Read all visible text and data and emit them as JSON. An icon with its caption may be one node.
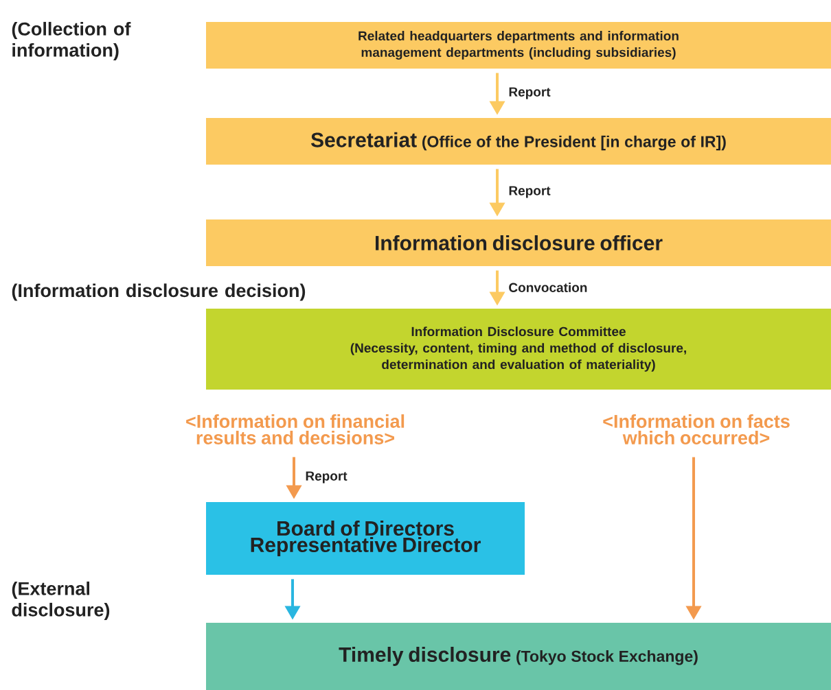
{
  "diagram": {
    "nodes": [
      {
        "text": [
          "Related headquarters departments and information management departments (including subsidiaries)"
        ]
      },
      {
        "text": [
          "Secretariat",
          "(Office of the President [in charge of IR])"
        ]
      },
      {
        "text": [
          "Information disclosure officer"
        ]
      },
      {
        "text": [
          "Information Disclosure Committee",
          "(Necessity, content, timing and method of disclosure, determination and evaluation of materiality)"
        ]
      },
      {
        "text": [
          "<Information on financial results and decisions>"
        ]
      },
      {
        "text": [
          "<Information on facts which occurred>"
        ]
      },
      {
        "text": [
          "Board of Directors Representative Director"
        ]
      },
      {
        "text": [
          "Timely disclosure",
          "(Tokyo Stock Exchange)"
        ]
      }
    ],
    "edges": [
      {
        "from": 0,
        "to": 1,
        "arrow": "to",
        "label": "Report"
      },
      {
        "from": 1,
        "to": 2,
        "arrow": "to",
        "label": "Report"
      },
      {
        "from": 2,
        "to": 3,
        "arrow": "to",
        "label": "Convocation"
      },
      {
        "from": 4,
        "to": 6,
        "arrow": "to",
        "label": "Report",
        "color": "#f39a4e"
      },
      {
        "from": 6,
        "to": 7,
        "arrow": "to",
        "color": "#2ab6e0"
      },
      {
        "from": 5,
        "to": 7,
        "arrow": "to",
        "color": "#f39a4e"
      }
    ],
    "labels": [
      "(Collection of information)",
      "(Information disclosure decision)",
      "(External disclosure)"
    ]
  }
}
